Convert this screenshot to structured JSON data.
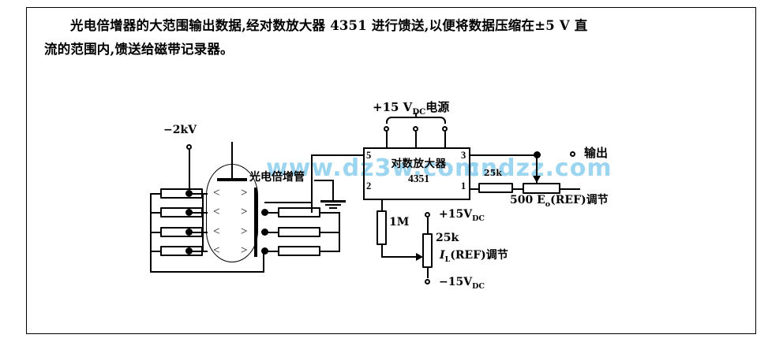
{
  "caption": {
    "line1": "光电倍增器的大范围输出数据,经对数放大器 4351 进行馈送,以便将数据压缩在±5 V 直",
    "line2": "流的范围内,馈送给磁带记录器。"
  },
  "diagram": {
    "title_block": {
      "ic_name": "对数放大器",
      "ic_part": "4351"
    },
    "pins": {
      "pin5": "5",
      "pin3": "3",
      "pin2": "2",
      "pin1": "1"
    },
    "labels": {
      "supply_plus15_dc": "+15 V",
      "supply_plus15_dc_sub": "DC",
      "supply_plus15_dc_tail": "电源",
      "hv_minus_2kv": "−2kV",
      "pmt_name": "光电倍增管",
      "output": "输出",
      "r_25k_out": "25k",
      "pot_500_eo": "500 E",
      "pot_500_eo_sub": "o",
      "pot_500_eo_tail": "(REF)调节",
      "r_1m": "1M",
      "r_25k_bias": "25k",
      "plus15vdc": "+15V",
      "plus15vdc_sub": "DC",
      "minus15vdc": "−15V",
      "minus15vdc_sub": "DC",
      "il_ref_i": "I",
      "il_ref_sub": "L",
      "il_ref_tail": "(REF)调节"
    },
    "watermark": {
      "text_left": "www.dz3w.com",
      "text_right": "cndzz.com",
      "color": "#8fd0ee"
    },
    "colors": {
      "ink": "#000000",
      "paper": "#ffffff"
    }
  }
}
